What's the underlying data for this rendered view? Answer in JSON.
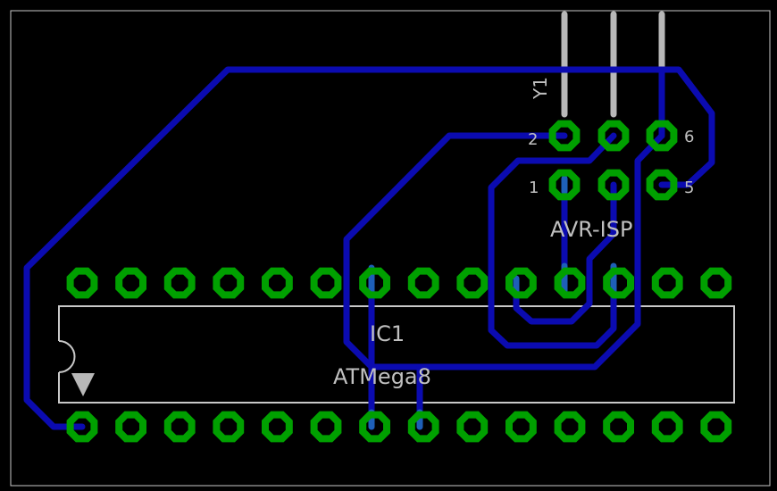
{
  "colors": {
    "background": "#000000",
    "outline": "#c8c8c8",
    "trace": "#0b0bb0",
    "trace_overlap": "#1e5fb8",
    "pad": "#00a000",
    "pin": "#b8b8b8",
    "text": "#c0c0c0"
  },
  "labels": {
    "header_name": "Y1",
    "connector_name": "AVR-ISP",
    "pin2": "2",
    "pin1": "1",
    "pin6": "6",
    "pin5": "5",
    "chip_name": "IC1",
    "chip_value": "ATMega8"
  },
  "components": {
    "ic": {
      "pins_per_row": 14,
      "package": "DIP-28"
    },
    "isp_header": {
      "rows": 2,
      "cols": 3
    },
    "pin_header": {
      "pins": 3,
      "orientation": "angled"
    }
  }
}
